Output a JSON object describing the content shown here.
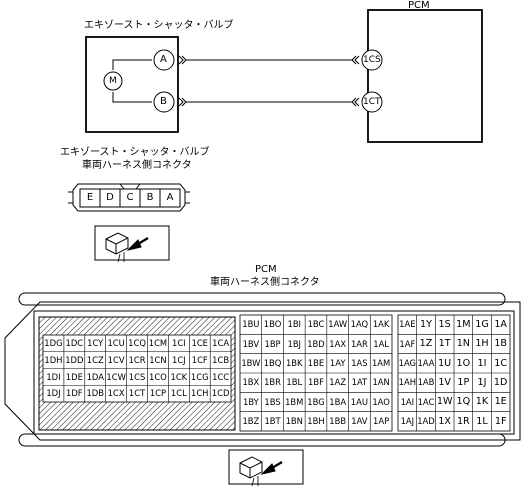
{
  "wiring": {
    "component_title": "エキゾースト・シャッタ・バルブ",
    "pcm_title": "PCM",
    "motor_label": "M",
    "terminal_a": "A",
    "terminal_b": "B",
    "pcm_pin_1": "1CS",
    "pcm_pin_2": "1CT"
  },
  "valve_connector": {
    "title_line1": "エキゾースト・シャッタ・バルブ",
    "title_line2": "車両ハーネス側コネクタ",
    "pins": [
      "E",
      "D",
      "C",
      "B",
      "A"
    ]
  },
  "pcm_connector": {
    "title_line1": "PCM",
    "title_line2": "車両ハーネス側コネクタ",
    "block1": [
      [
        "1DG",
        "1DC",
        "1CY",
        "1CU",
        "1CQ",
        "1CM",
        "1CI",
        "1CE",
        "1CA"
      ],
      [
        "1DH",
        "1DD",
        "1CZ",
        "1CV",
        "1CR",
        "1CN",
        "1CJ",
        "1CF",
        "1CB"
      ],
      [
        "1DI",
        "1DE",
        "1DA",
        "1CW",
        "1CS",
        "1CO",
        "1CK",
        "1CG",
        "1CC"
      ],
      [
        "1DJ",
        "1DF",
        "1DB",
        "1CX",
        "1CT",
        "1CP",
        "1CL",
        "1CH",
        "1CD"
      ]
    ],
    "block2": [
      [
        "1BU",
        "1BO",
        "1BI",
        "1BC",
        "1AW",
        "1AQ",
        "1AK"
      ],
      [
        "1BV",
        "1BP",
        "1BJ",
        "1BD",
        "1AX",
        "1AR",
        "1AL"
      ],
      [
        "1BW",
        "1BQ",
        "1BK",
        "1BE",
        "1AY",
        "1AS",
        "1AM"
      ],
      [
        "1BX",
        "1BR",
        "1BL",
        "1BF",
        "1AZ",
        "1AT",
        "1AN"
      ],
      [
        "1BY",
        "1BS",
        "1BM",
        "1BG",
        "1BA",
        "1AU",
        "1AO"
      ],
      [
        "1BZ",
        "1BT",
        "1BN",
        "1BH",
        "1BB",
        "1AV",
        "1AP"
      ]
    ],
    "block3": [
      [
        "1AE",
        "1Y",
        "1S",
        "1M",
        "1G",
        "1A"
      ],
      [
        "1AF",
        "1Z",
        "1T",
        "1N",
        "1H",
        "1B"
      ],
      [
        "1AG",
        "1AA",
        "1U",
        "1O",
        "1I",
        "1C"
      ],
      [
        "1AH",
        "1AB",
        "1V",
        "1P",
        "1J",
        "1D"
      ],
      [
        "1AI",
        "1AC",
        "1W",
        "1Q",
        "1K",
        "1E"
      ],
      [
        "1AJ",
        "1AD",
        "1X",
        "1R",
        "1L",
        "1F"
      ]
    ]
  }
}
